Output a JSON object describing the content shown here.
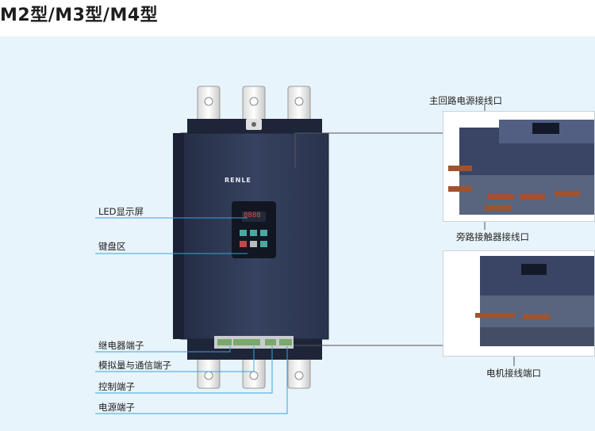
{
  "title": "M2型/M3型/M4型",
  "device": {
    "brand": "RENLE",
    "display_digits": "8888"
  },
  "labels": {
    "led_display": "LED显示屏",
    "keypad": "键盘区",
    "relay_terminal": "继电器端子",
    "analog_comm_terminal": "模拟量与通信端子",
    "control_terminal": "控制端子",
    "power_terminal": "电源端子",
    "main_circuit_terminal": "主回路电源接线口",
    "bypass_contactor_terminal": "旁路接触器接线口",
    "motor_terminal": "电机接线端口"
  },
  "colors": {
    "panel_bg": "#e8f4fb",
    "leader_line": "#3aa3d8",
    "device_body": "#2f3a55",
    "copper": "#a0532e"
  }
}
